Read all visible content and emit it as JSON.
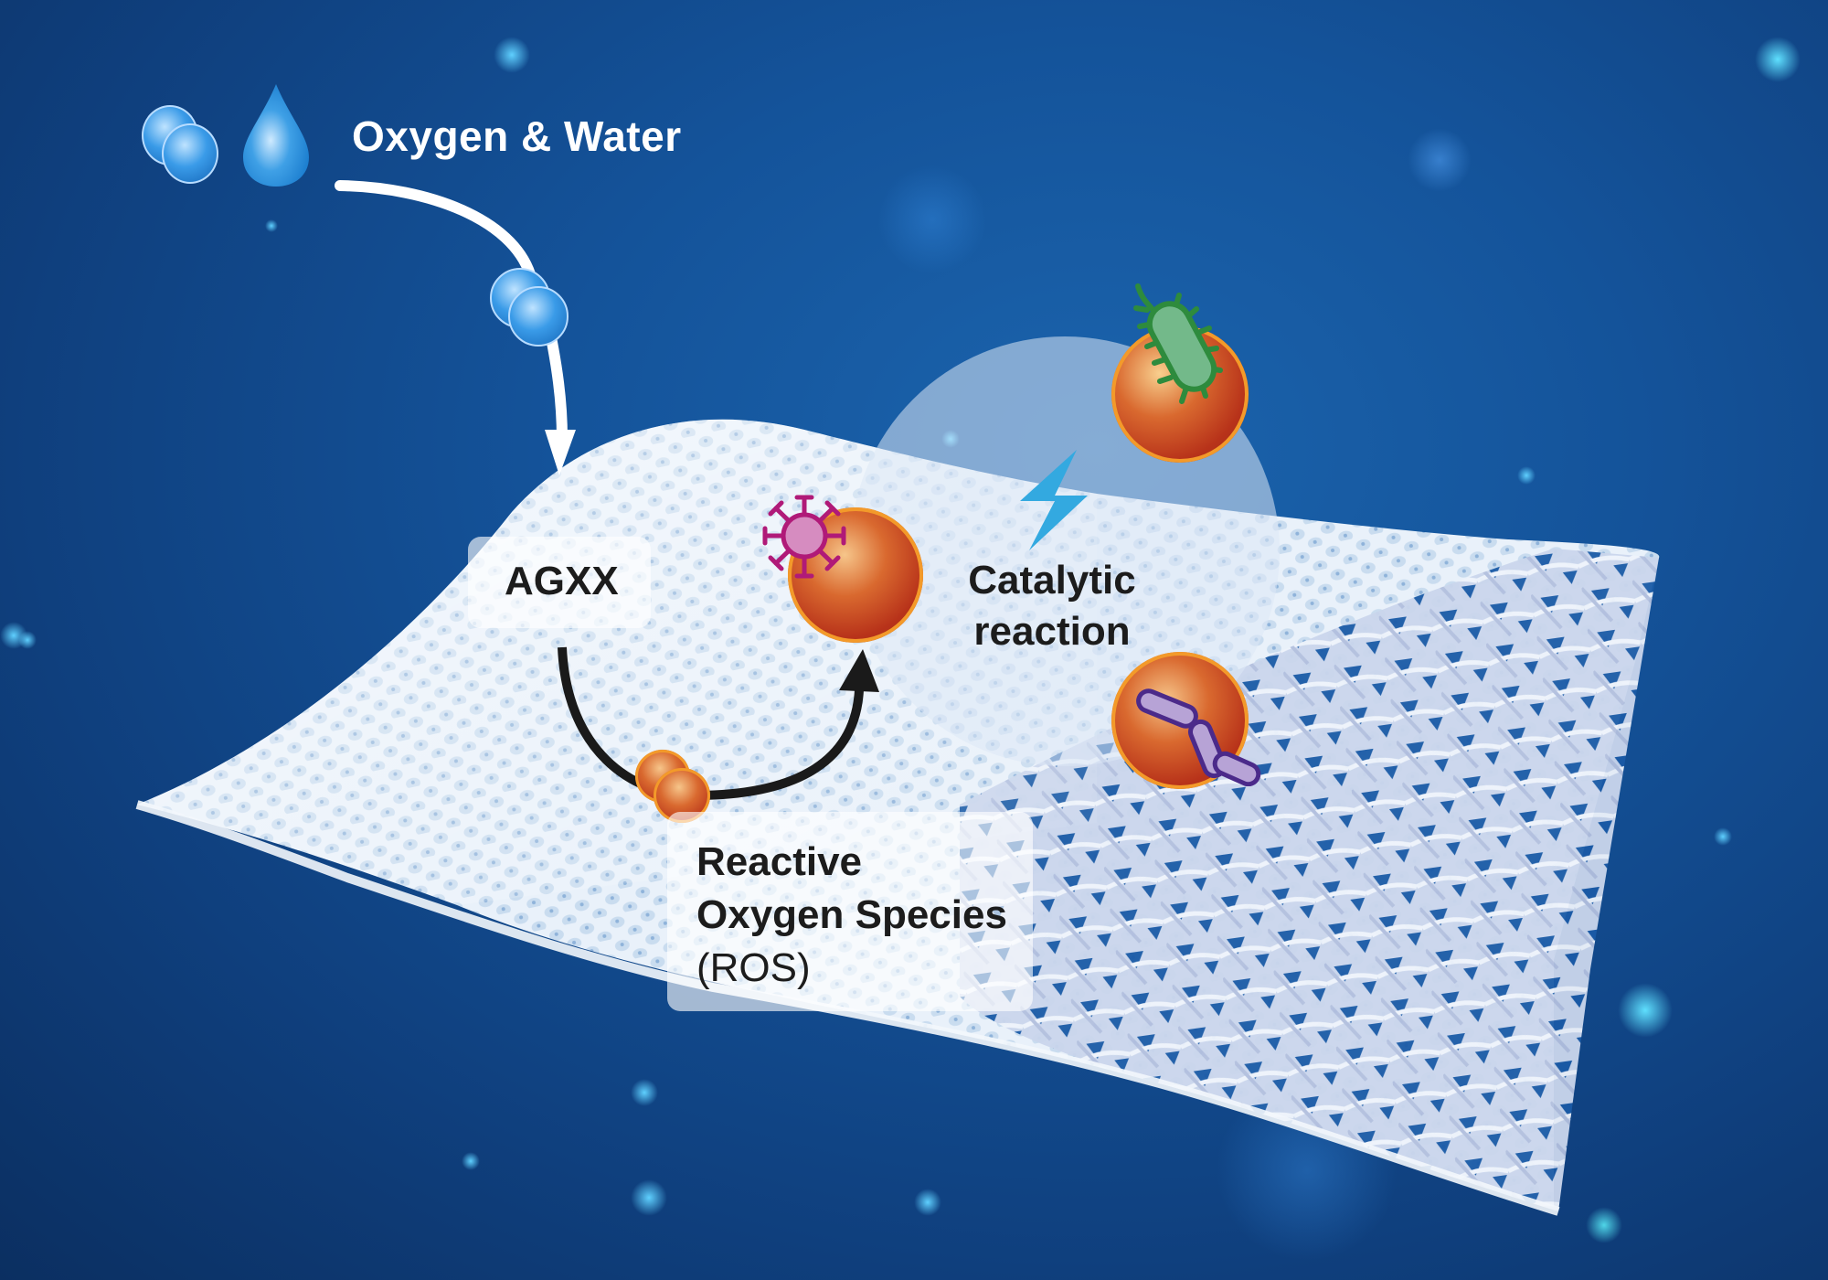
{
  "diagram": {
    "title_label": "Oxygen & Water",
    "material_label": "AGXX",
    "ros_label": {
      "line1": "Reactive",
      "line2": "Oxygen Species",
      "line3": "(ROS)"
    },
    "catalytic_label": {
      "line1": "Catalytic",
      "line2": "reaction"
    },
    "icons": {
      "oxygen_molecule": "oxygen-molecule-icon",
      "water_drop": "water-drop-icon",
      "virus": "virus-icon",
      "bacterium_bacillus": "bacterium-icon",
      "bacterium_chain": "chain-bacteria-icon",
      "lightning": "lightning-icon",
      "ros_particles": "ros-particles-icon"
    },
    "colors": {
      "background_blue": "#14539a",
      "sphere_orange": "#c2401c",
      "sphere_rim": "#f39a2a",
      "virus_magenta": "#b01a78",
      "virus_fill": "#d68cc0",
      "bacterium_green": "#2e8b3d",
      "bacterium_fill": "#73b98a",
      "chain_purple": "#4b2a8a",
      "chain_fill": "#b7a3d6",
      "lightning_cyan": "#33a9e0",
      "water_blue": "#2a8bd6"
    }
  }
}
